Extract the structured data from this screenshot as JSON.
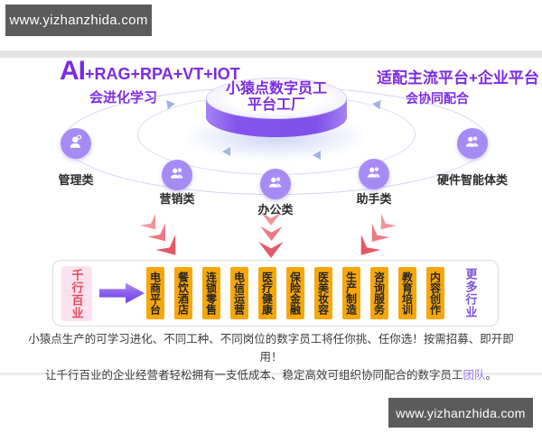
{
  "watermark": {
    "text": "www.yizhanzhida.com"
  },
  "header": {
    "left_title_big": "AI",
    "left_title_rest": "+RAG+RPA+VT+IOT",
    "left_subtitle": "会进化学习",
    "right_title": "适配主流平台+企业平台",
    "right_subtitle": "会协同配合"
  },
  "platform": {
    "title_line1": "小猿点数字员工",
    "title_line2": "平台工厂"
  },
  "categories": [
    {
      "label": "管理类",
      "icon": "person-gear-icon"
    },
    {
      "label": "营销类",
      "icon": "people-icon"
    },
    {
      "label": "办公类",
      "icon": "people-icon"
    },
    {
      "label": "助手类",
      "icon": "people-icon"
    },
    {
      "label": "硬件智能体类",
      "icon": "people-icon"
    }
  ],
  "industries": {
    "source_label": "千行百业",
    "items": [
      "电商平台",
      "餐饮酒店",
      "连锁零售",
      "电信运营",
      "医疗健康",
      "保险金融",
      "医美妆容",
      "生产制造",
      "咨询服务",
      "教育培训",
      "内容创作"
    ],
    "more_label": "更多行业"
  },
  "description": {
    "line1": "小猿点生产的可学习进化、不同工种、不同岗位的数字员工将任你挑、任你选！按需招募、即开即用！",
    "line2_prefix": "让千行百业的企业经营者轻松拥有一支低成本、稳定高效可组织协同配合的数字员工",
    "line2_highlight": "团队",
    "line2_suffix": "。"
  },
  "colors": {
    "accent_purple": "#7b2ce0",
    "icon_circle_purple": "#a78bf5",
    "cylinder_purple": "#8050ea",
    "orange_box": "#f6a70b",
    "source_pink_bg": "#fbe2ee",
    "source_red_text": "#e54a5e",
    "chevron_red": "#e8606c",
    "orbit_line": "#a0b2e2",
    "more_purple": "#7a52d8",
    "highlight_purple": "#9d7bf0",
    "watermark_bg": "#5b5b5b"
  }
}
